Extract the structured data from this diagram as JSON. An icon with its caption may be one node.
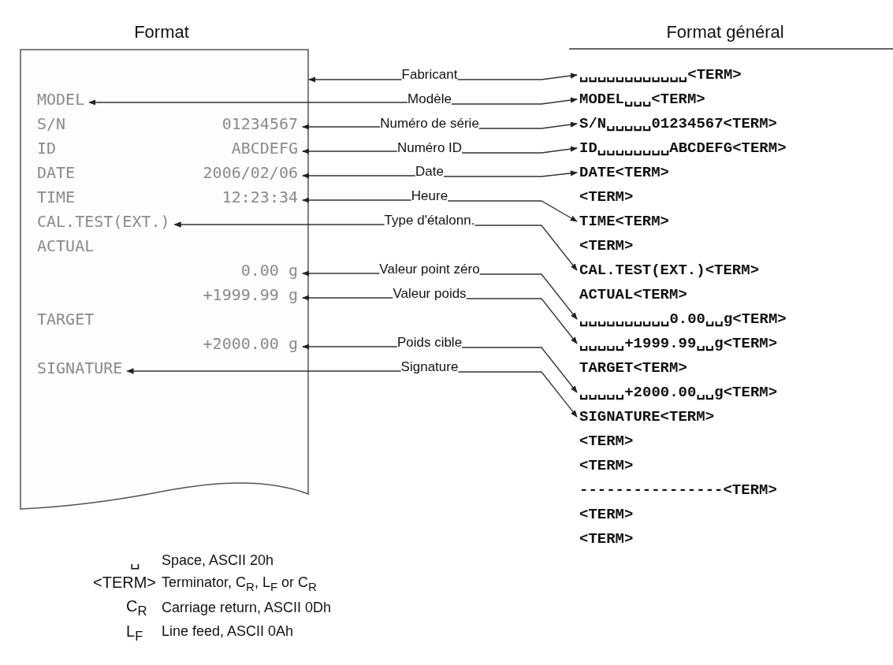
{
  "diagram": {
    "title": "Format",
    "nodes": [
      {
        "text": [],
        "shape": "box"
      },
      {
        "text": [
          "MODEL"
        ],
        "in": 0
      },
      {
        "text": [
          "S/N",
          "01234567"
        ],
        "in": 0
      },
      {
        "text": [
          "ID",
          "ABCDEFG"
        ],
        "in": 0
      },
      {
        "text": [
          "DATE",
          "2006/02/06"
        ],
        "in": 0
      },
      {
        "text": [
          "TIME",
          "12:23:34"
        ],
        "in": 0
      },
      {
        "text": [
          "CAL.TEST(EXT.)"
        ],
        "in": 0
      },
      {
        "text": [
          "ACTUAL"
        ],
        "in": 0
      },
      {
        "text": [
          "0.00 g"
        ],
        "in": 0
      },
      {
        "text": [
          "+1999.99 g"
        ],
        "in": 0
      },
      {
        "text": [
          "TARGET"
        ],
        "in": 0
      },
      {
        "text": [
          "+2000.00 g"
        ],
        "in": 0
      },
      {
        "text": [
          "SIGNATURE"
        ],
        "in": 0
      },
      {
        "text": [
          "Fabricant"
        ]
      },
      {
        "text": [
          "Modèle"
        ]
      },
      {
        "text": [
          "Numéro de série"
        ]
      },
      {
        "text": [
          "Numéro ID"
        ]
      },
      {
        "text": [
          "Date"
        ]
      },
      {
        "text": [
          "Heure"
        ]
      },
      {
        "text": [
          "Type d'étalonn."
        ]
      },
      {
        "text": [
          "Valeur point zéro"
        ]
      },
      {
        "text": [
          "Valeur poids"
        ]
      },
      {
        "text": [
          "Poids cible"
        ]
      },
      {
        "text": [
          "Signature"
        ]
      },
      {
        "text": [
          "Format général"
        ]
      },
      {
        "text": [
          "␣␣␣␣␣␣␣␣␣␣␣␣<TERM>"
        ]
      },
      {
        "text": [
          "MODEL␣␣␣<TERM>"
        ]
      },
      {
        "text": [
          "S/N␣␣␣␣␣01234567<TERM>"
        ]
      },
      {
        "text": [
          "ID␣␣␣␣␣␣␣␣ABCDEFG<TERM>"
        ]
      },
      {
        "text": [
          "DATE<TERM>"
        ]
      },
      {
        "text": [
          "<TERM>"
        ]
      },
      {
        "text": [
          "TIME<TERM>"
        ]
      },
      {
        "text": [
          "<TERM>"
        ]
      },
      {
        "text": [
          "CAL.TEST(EXT.)<TERM>"
        ]
      },
      {
        "text": [
          "ACTUAL<TERM>"
        ]
      },
      {
        "text": [
          "␣␣␣␣␣␣␣␣␣␣0.00␣␣g<TERM>"
        ]
      },
      {
        "text": [
          "␣␣␣␣␣+1999.99␣␣g<TERM>"
        ]
      },
      {
        "text": [
          "TARGET<TERM>"
        ]
      },
      {
        "text": [
          "␣␣␣␣␣+2000.00␣␣g<TERM>"
        ]
      },
      {
        "text": [
          "SIGNATURE<TERM>"
        ]
      },
      {
        "text": [
          "<TERM>"
        ]
      },
      {
        "text": [
          "<TERM>"
        ]
      },
      {
        "text": [
          "----------------<TERM>"
        ]
      },
      {
        "text": [
          "<TERM>"
        ]
      },
      {
        "text": [
          "<TERM>"
        ]
      }
    ],
    "edges": [
      {
        "from": 13,
        "to": 0,
        "arrow": "to"
      },
      {
        "from": 13,
        "to": 25,
        "arrow": "to"
      },
      {
        "from": 14,
        "to": 1,
        "arrow": "to"
      },
      {
        "from": 14,
        "to": 26,
        "arrow": "to"
      },
      {
        "from": 15,
        "to": 2,
        "arrow": "to"
      },
      {
        "from": 15,
        "to": 27,
        "arrow": "to"
      },
      {
        "from": 16,
        "to": 3,
        "arrow": "to"
      },
      {
        "from": 16,
        "to": 28,
        "arrow": "to"
      },
      {
        "from": 17,
        "to": 4,
        "arrow": "to"
      },
      {
        "from": 17,
        "to": 29,
        "arrow": "to"
      },
      {
        "from": 18,
        "to": 5,
        "arrow": "to"
      },
      {
        "from": 18,
        "to": 31,
        "arrow": "to"
      },
      {
        "from": 19,
        "to": 6,
        "arrow": "to"
      },
      {
        "from": 19,
        "to": 33,
        "arrow": "to"
      },
      {
        "from": 20,
        "to": 8,
        "arrow": "to"
      },
      {
        "from": 20,
        "to": 35,
        "arrow": "to"
      },
      {
        "from": 21,
        "to": 9,
        "arrow": "to"
      },
      {
        "from": 21,
        "to": 36,
        "arrow": "to"
      },
      {
        "from": 22,
        "to": 11,
        "arrow": "to"
      },
      {
        "from": 22,
        "to": 38,
        "arrow": "to"
      },
      {
        "from": 23,
        "to": 12,
        "arrow": "to"
      },
      {
        "from": 23,
        "to": 39,
        "arrow": "to"
      }
    ],
    "labels": [
      "␣",
      "Space, ASCII 20h",
      "<TERM>",
      "Terminator, C$_{R}$, L$_{F}$ or C$_{R}$",
      "C$_{R}$",
      "Carriage return, ASCII 0Dh",
      "L$_{F}$",
      "Line feed, ASCII 0Ah"
    ]
  }
}
